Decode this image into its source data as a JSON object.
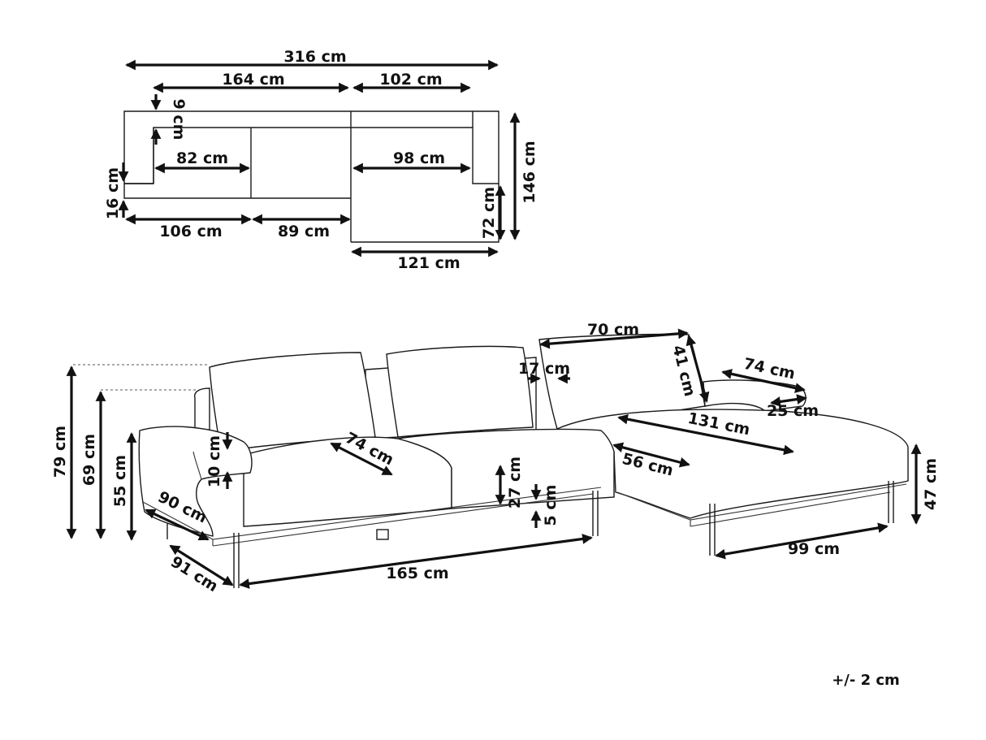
{
  "top_view": {
    "labels": {
      "total_width": "316 cm",
      "left_section": "164 cm",
      "right_section": "102 cm",
      "backrest_depth": "9 cm",
      "left_seat": "82 cm",
      "right_seat": "98 cm",
      "depth": "146 cm",
      "arm_depth": "16 cm",
      "chaise_extension": "72 cm",
      "left_bottom": "106 cm",
      "middle_bottom": "89 cm",
      "chaise_width": "121 cm"
    }
  },
  "side_view": {
    "labels": {
      "back_width": "70 cm",
      "back_height": "41 cm",
      "back_thickness": "17 cm",
      "arm_length": "74 cm",
      "arm_width": "25 cm",
      "chaise_length": "131 cm",
      "seat_depth": "74 cm",
      "chaise_depth": "56 cm",
      "arm_thickness": "10 cm",
      "total_height": "79 cm",
      "cushion_height": "69 cm",
      "arm_height": "55 cm",
      "cushion_thickness": "27 cm",
      "leg_clearance": "5 cm",
      "seat_height": "47 cm",
      "arm_depth": "90 cm",
      "total_depth": "91 cm",
      "sofa_width": "165 cm",
      "chaise_leg_width": "99 cm"
    }
  },
  "tolerance": "+/- 2 cm",
  "colors": {
    "line": "#1a1a1a",
    "arrow": "#111111",
    "background": "#ffffff"
  }
}
